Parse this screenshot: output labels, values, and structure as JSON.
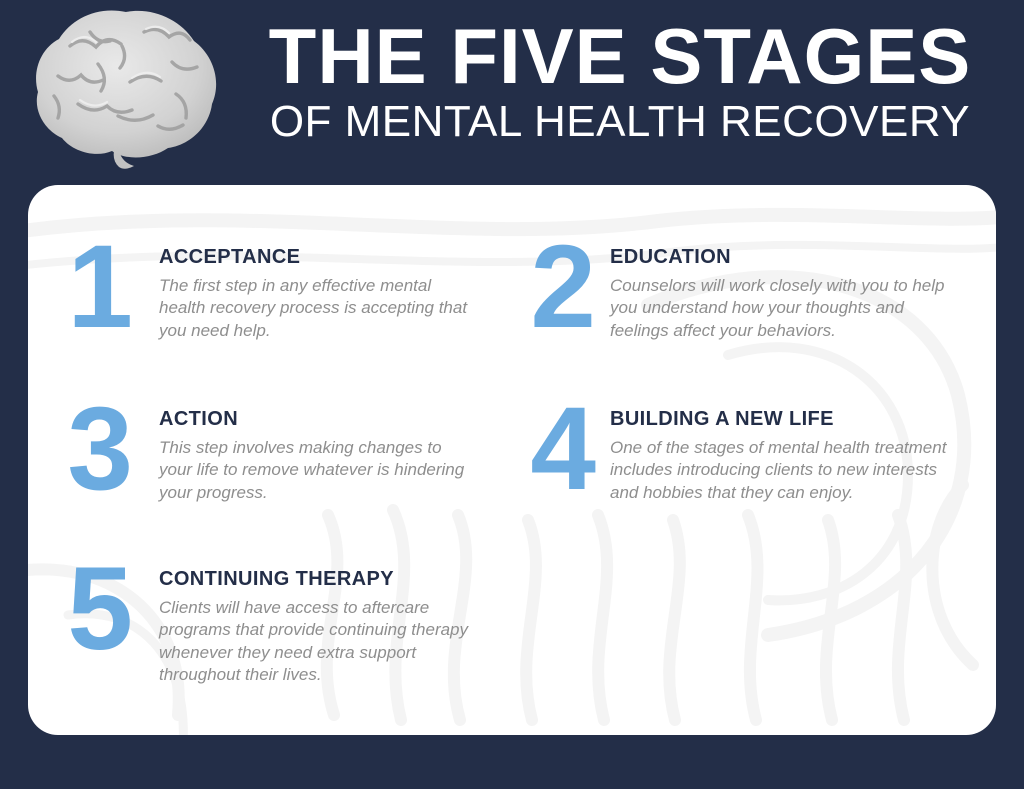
{
  "header": {
    "title": "THE FIVE STAGES",
    "subtitle": "OF MENTAL HEALTH RECOVERY"
  },
  "stages": [
    {
      "number": "1",
      "title": "ACCEPTANCE",
      "description": "The first step in any effective mental health recovery process is accepting that you need help."
    },
    {
      "number": "2",
      "title": "EDUCATION",
      "description": "Counselors will work closely with you to help you understand how your thoughts and feelings affect your behaviors."
    },
    {
      "number": "3",
      "title": "ACTION",
      "description": "This step involves making changes to your life to remove whatever is hindering your progress."
    },
    {
      "number": "4",
      "title": "BUILDING A NEW LIFE",
      "description": "One of the stages of mental health treatment includes introducing clients to new interests and hobbies that they can enjoy."
    },
    {
      "number": "5",
      "title": "CONTINUING THERAPY",
      "description": "Clients will have access to aftercare programs that provide continuing therapy whenever they need extra support throughout their lives."
    }
  ],
  "colors": {
    "background_navy": "#232e48",
    "card_white": "#ffffff",
    "accent_blue": "#6babe0",
    "heading_navy": "#232e48",
    "body_gray": "#8e8e8e",
    "pattern_gray": "#f4f4f4"
  }
}
